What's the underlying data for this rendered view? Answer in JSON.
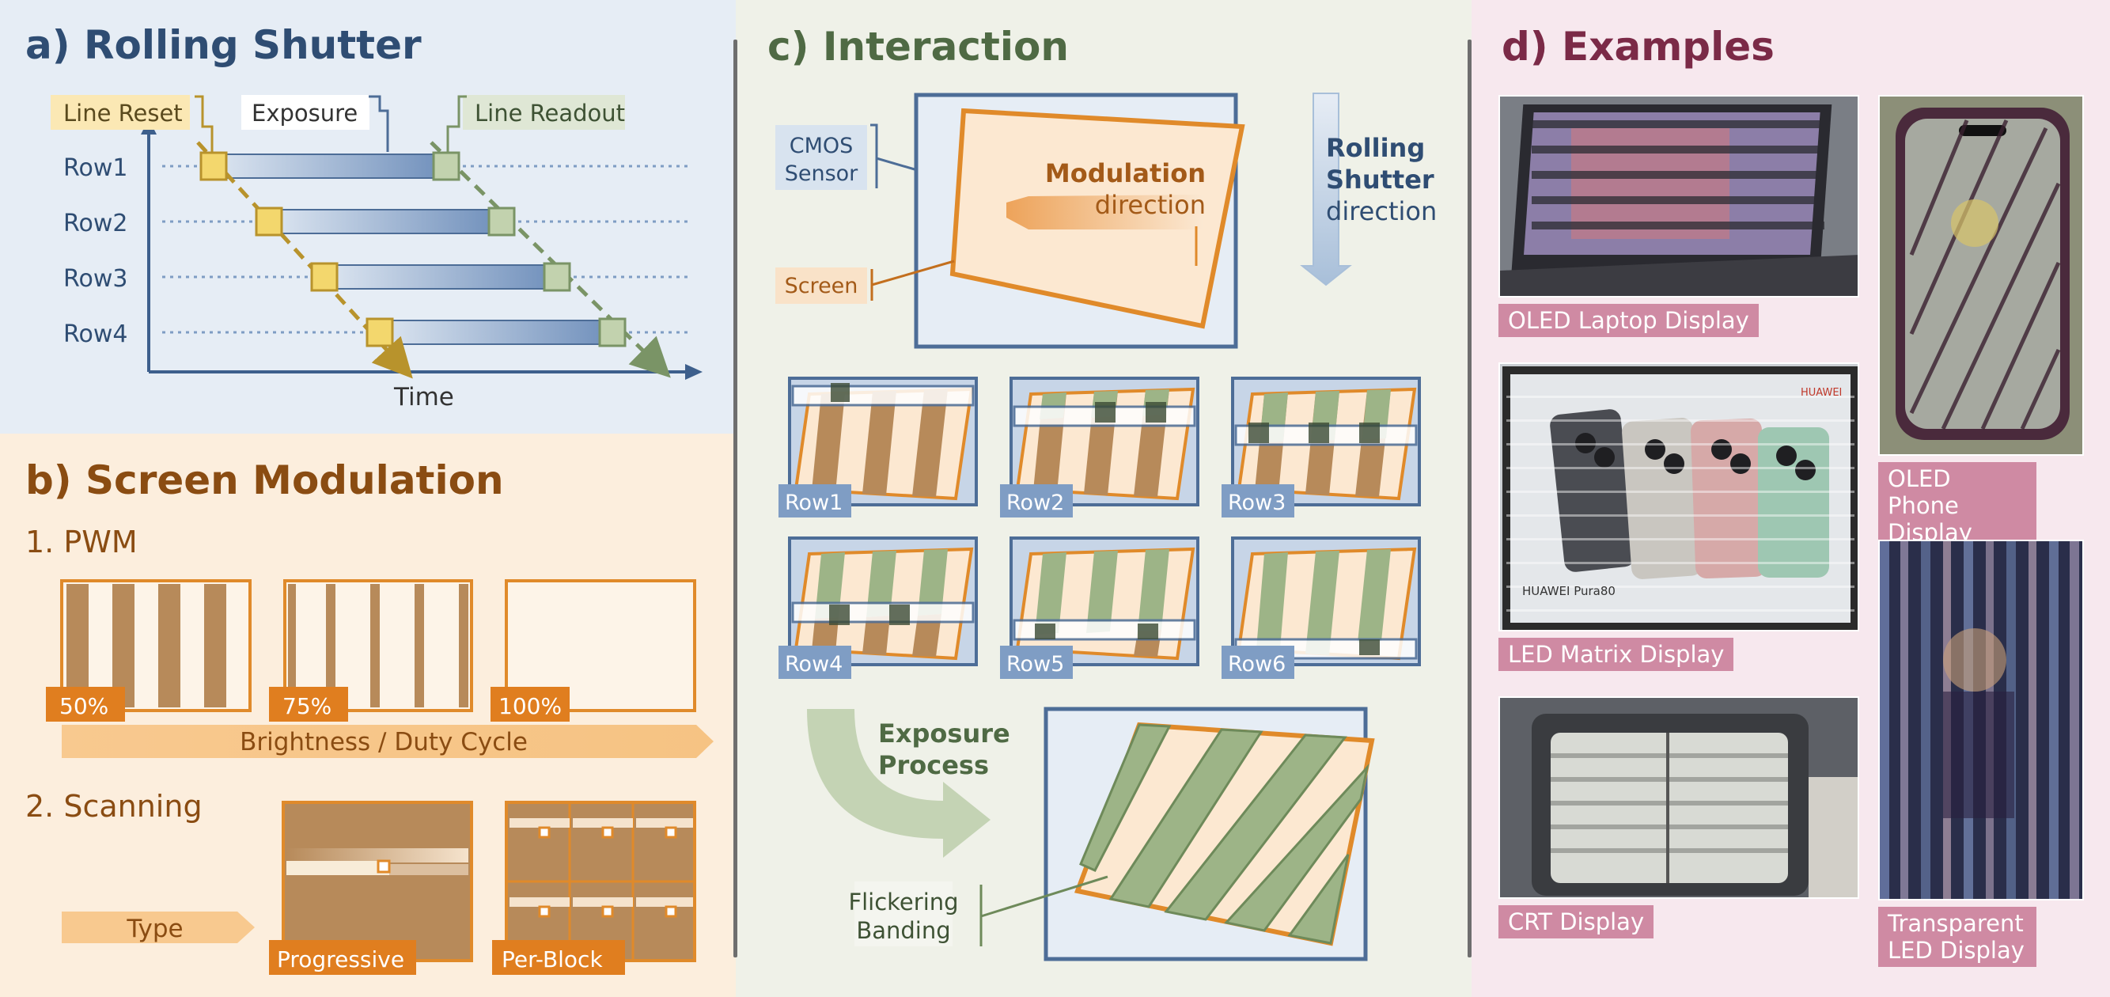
{
  "panel_a": {
    "title": "a) Rolling Shutter",
    "line_reset": "Line Reset",
    "exposure": "Exposure",
    "line_readout": "Line Readout",
    "rows": [
      "Row1",
      "Row2",
      "Row3",
      "Row4"
    ],
    "time_label": "Time"
  },
  "panel_b": {
    "title": "b) Screen Modulation",
    "pwm_heading": "1. PWM",
    "duty_levels": [
      "50%",
      "75%",
      "100%"
    ],
    "brightness_label": "Brightness / Duty Cycle",
    "scanning_heading": "2. Scanning",
    "type_label": "Type",
    "progressive_label": "Progressive",
    "per_block_label": "Per-Block"
  },
  "panel_c": {
    "title": "c) Interaction",
    "cmos_label": [
      "CMOS",
      "Sensor"
    ],
    "screen_label": "Screen",
    "modulation_label": [
      "Modulation",
      "direction"
    ],
    "rolling_label": [
      "Rolling",
      "Shutter",
      "direction"
    ],
    "grid_rows": [
      "Row1",
      "Row2",
      "Row3",
      "Row4",
      "Row5",
      "Row6"
    ],
    "exposure_process": [
      "Exposure",
      "Process"
    ],
    "flickering": [
      "Flickering",
      "Banding"
    ]
  },
  "panel_d": {
    "title": "d) Examples",
    "captions": {
      "oled_laptop": "OLED Laptop Display",
      "oled_phone": [
        "OLED Phone",
        "Display"
      ],
      "led_matrix": "LED Matrix Display",
      "crt": "CRT Display",
      "transparent": [
        "Transparent",
        "LED Display"
      ]
    },
    "huawei_logo": "HUAWEI",
    "huawei_product": "HUAWEI Pura80"
  },
  "colors": {
    "navy": "#2f4d73",
    "exposure_blue": "#7f9dc4",
    "reset_yellow": "#e8c85a",
    "readout_green": "#a9bd94",
    "orange": "#e08a2a",
    "stripe_brown": "#b78a5a",
    "green_band": "#9db487",
    "pink_caption": "#cf8aa3"
  }
}
